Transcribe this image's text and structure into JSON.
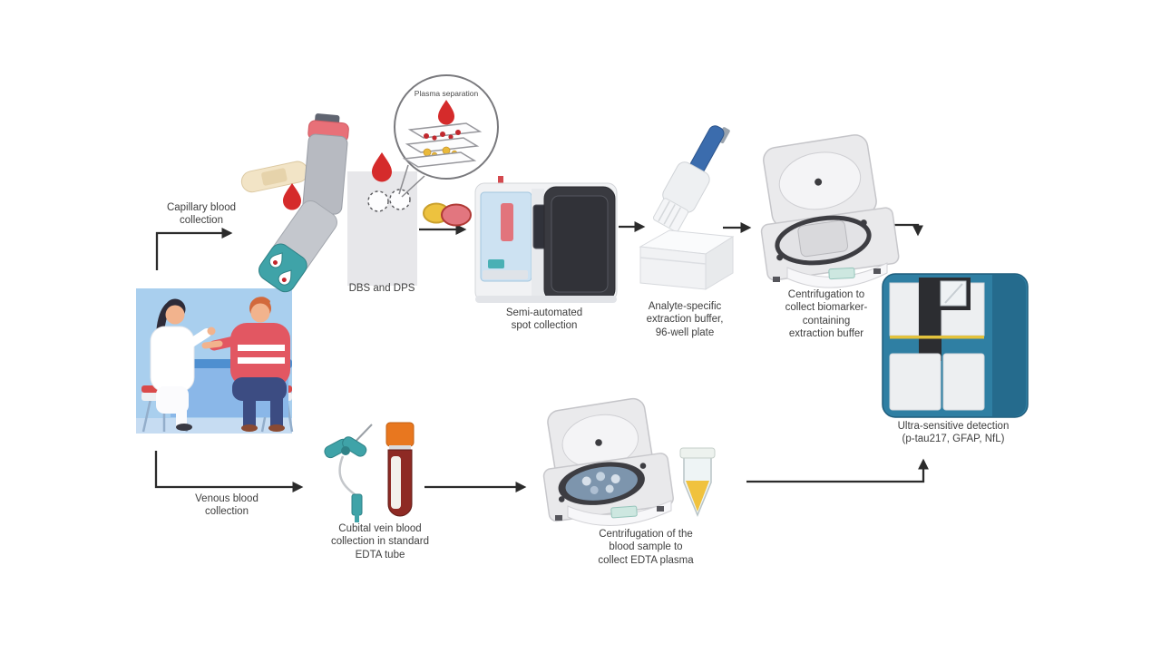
{
  "figure": {
    "type": "workflow-diagram",
    "background": "#ffffff",
    "branches": [
      "capillary",
      "venous"
    ]
  },
  "labels": {
    "capillary_branch": "Capillary blood\ncollection",
    "plasma_inset": "Plasma separation",
    "dbs_card": "DBS and DPS",
    "spot_collection": "Semi-automated\nspot collection",
    "extraction_buffer": "Analyte-specific\nextraction buffer,\n96-well plate",
    "centrifugation_buffer": "Centrifugation to\ncollect biomarker-\ncontaining\nextraction buffer",
    "detection": "Ultra-sensitive detection\n(p-tau217, GFAP, NfL)",
    "venous_branch": "Venous blood\ncollection",
    "edta_collection": "Cubital vein blood\ncollection in standard\nEDTA tube",
    "centrifugation_plasma": "Centrifugation of the\nblood sample to\ncollect EDTA plasma"
  },
  "flow": {
    "capillary_steps": [
      "Capillary blood collection",
      "DBS and DPS",
      "Semi-automated spot collection",
      "Analyte-specific extraction buffer, 96-well plate",
      "Centrifugation to collect biomarker-containing extraction buffer",
      "Ultra-sensitive detection (p-tau217, GFAP, NfL)"
    ],
    "venous_steps": [
      "Venous blood collection",
      "Cubital vein blood collection in standard EDTA tube",
      "Centrifugation of the blood sample to collect EDTA plasma",
      "Ultra-sensitive detection (p-tau217, GFAP, NfL)"
    ]
  },
  "icons": {
    "scene": "patient-phlebotomist-scene",
    "bandage": "adhesive-bandage",
    "blood_drop": "blood-drop",
    "capillary_device": "capillary-collection-device",
    "card": "dried-spot-card",
    "inset": "plasma-separation-magnifier",
    "discs": "dried-spot-discs",
    "instrument": "spot-collection-instrument",
    "pipette": "multichannel-pipette",
    "plate": "96-well-plate",
    "centrifuge": "benchtop-centrifuge-open",
    "analyzer": "ultra-sensitive-immunoassay-analyzer",
    "needle": "butterfly-needle",
    "edta_tube": "edta-blood-tube",
    "plasma_tube": "conical-tube-with-plasma"
  },
  "colors": {
    "blood_red": "#d52b2b",
    "device_teal": "#3fa3a8",
    "analyzer_teal": "#2f7fa3",
    "edta_cap_orange": "#e8771f",
    "edta_blood": "#8e2a24",
    "plasma_yellow": "#f0c23e",
    "arrow": "#2b2b2b",
    "text": "#3e3e3e"
  }
}
